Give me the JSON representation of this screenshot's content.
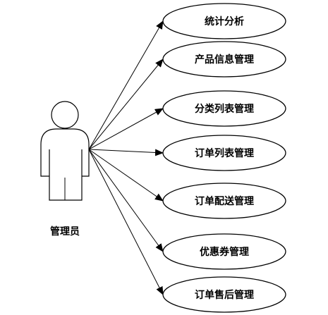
{
  "actor": {
    "name": "管理员"
  },
  "use_cases": [
    {
      "label": "统计分析"
    },
    {
      "label": "产品信息管理"
    },
    {
      "label": "分类列表管理"
    },
    {
      "label": "订单列表管理"
    },
    {
      "label": "订单配送管理"
    },
    {
      "label": "优惠券管理"
    },
    {
      "label": "订单售后管理"
    }
  ]
}
